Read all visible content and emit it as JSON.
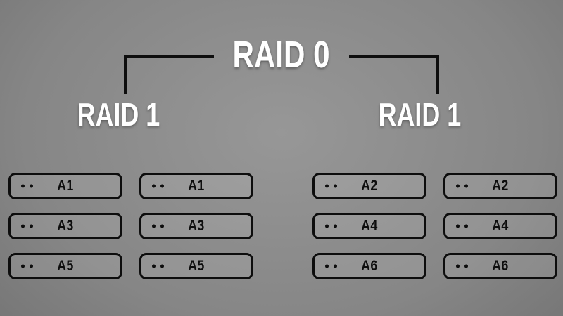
{
  "title": {
    "label": "RAID 0"
  },
  "colors": {
    "background_center": "#979797",
    "background_edge": "#4c4c4c",
    "line": "#0e0e0e",
    "heading_text": "#ffffff",
    "drive_border": "#0d0d0d",
    "drive_text": "#0d0d0d"
  },
  "groups": [
    {
      "label": "RAID 1",
      "columns": [
        {
          "drives": [
            "A1",
            "A3",
            "A5"
          ]
        },
        {
          "drives": [
            "A1",
            "A3",
            "A5"
          ]
        }
      ]
    },
    {
      "label": "RAID 1",
      "columns": [
        {
          "drives": [
            "A2",
            "A4",
            "A6"
          ]
        },
        {
          "drives": [
            "A2",
            "A4",
            "A6"
          ]
        }
      ]
    }
  ]
}
